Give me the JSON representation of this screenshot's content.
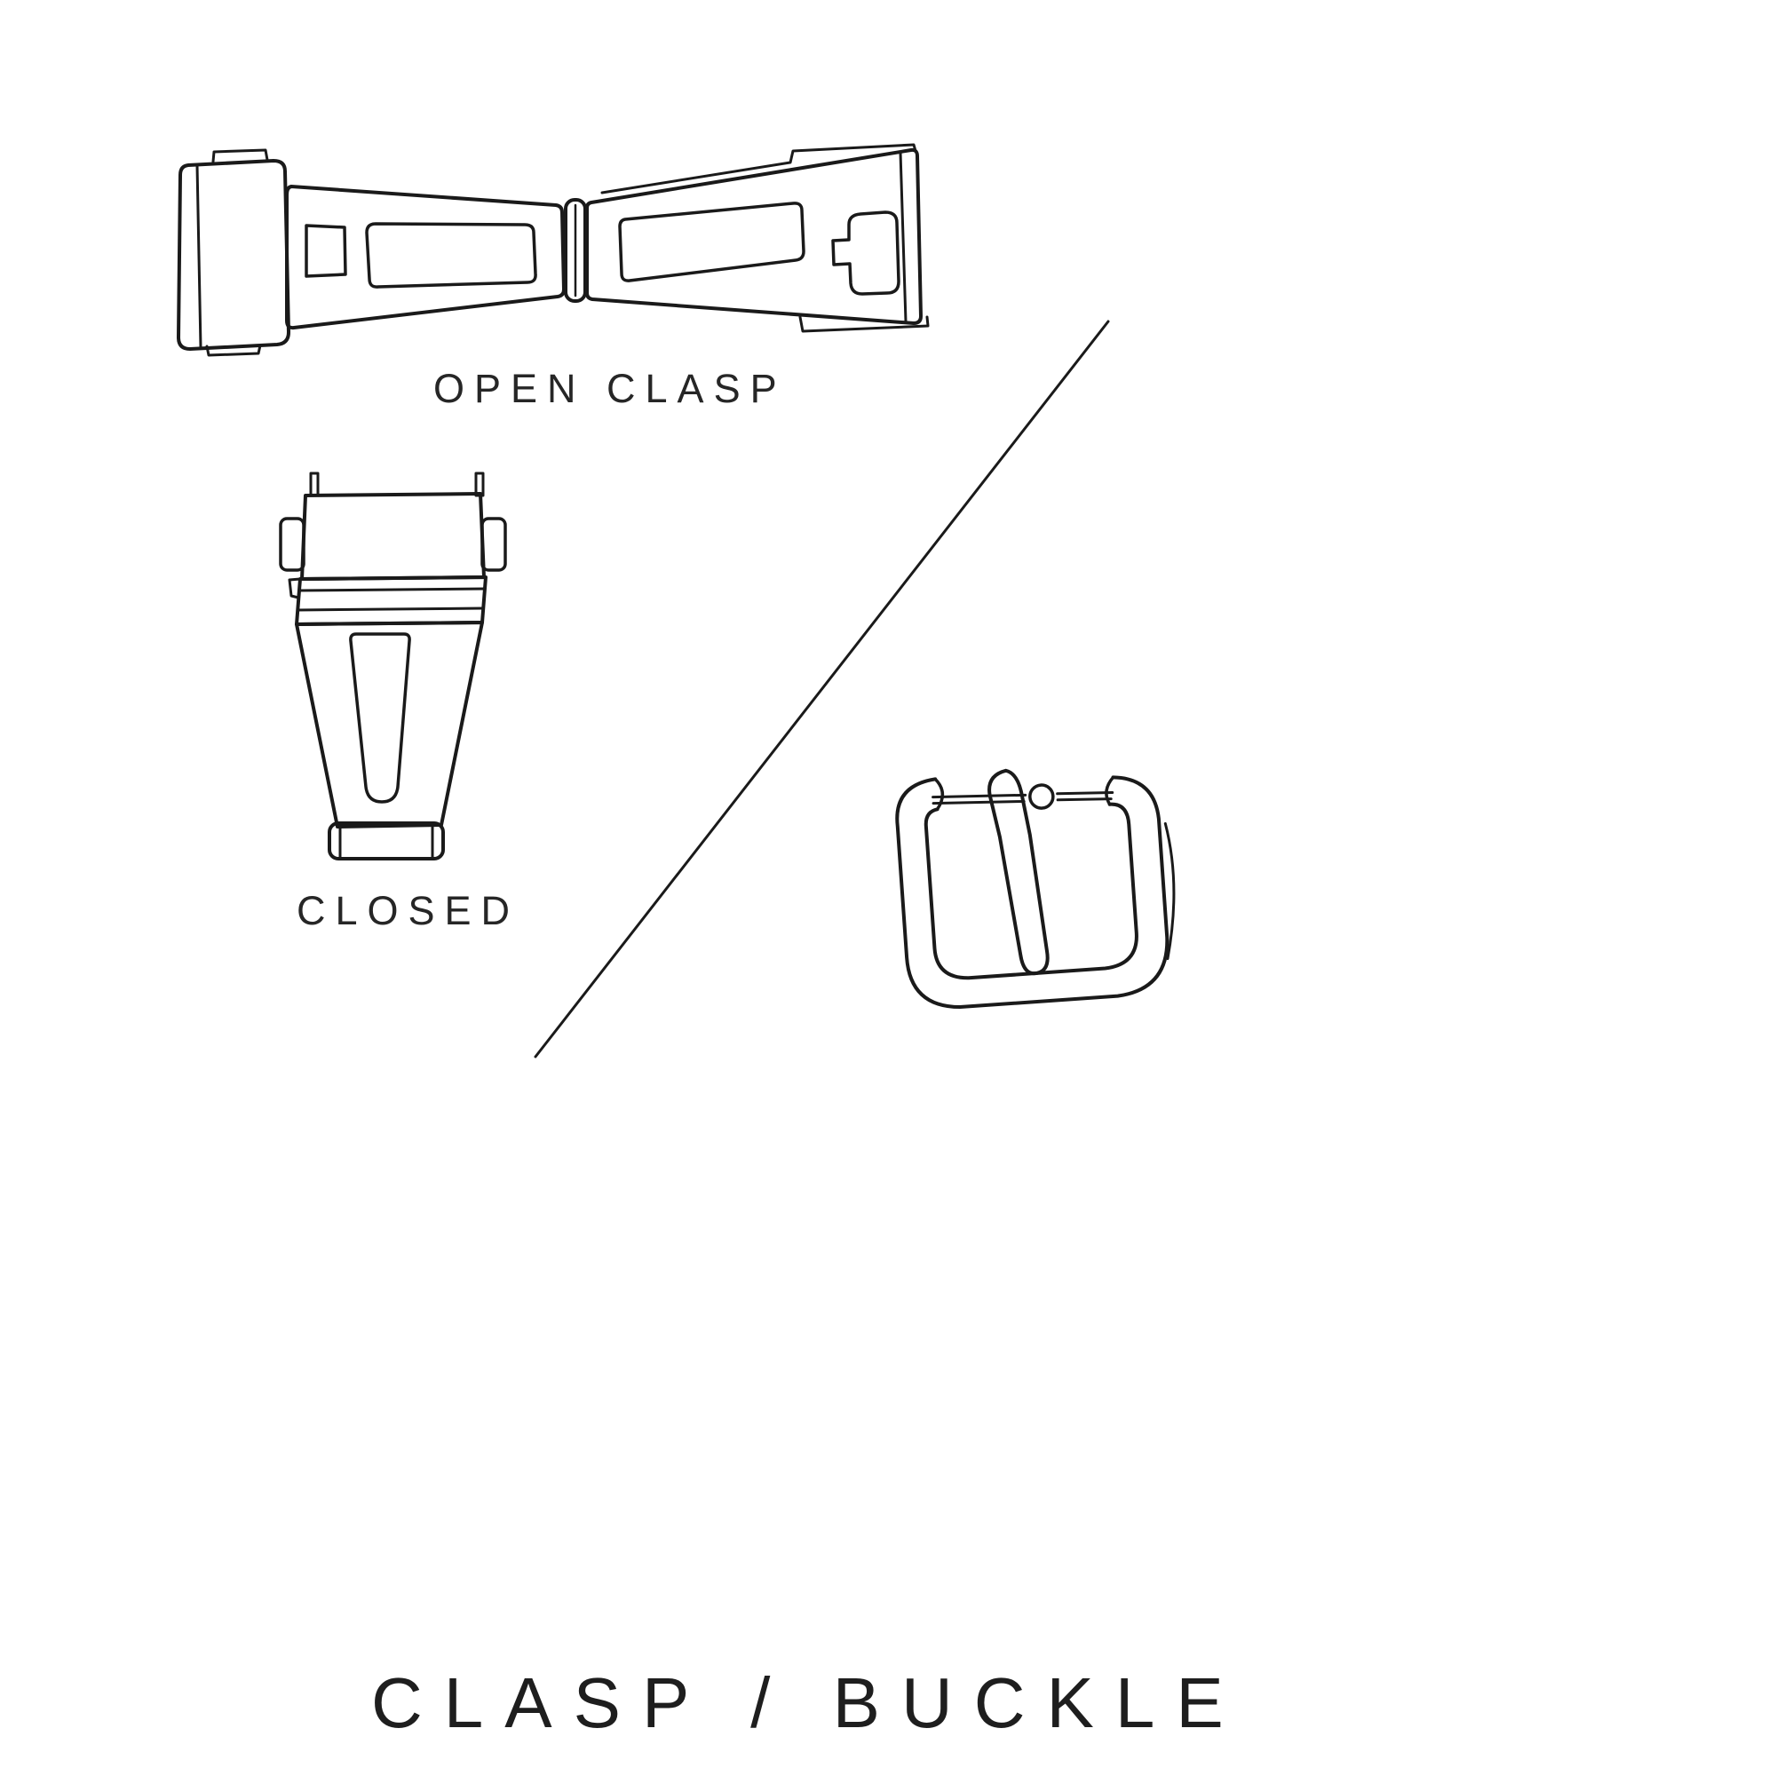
{
  "page": {
    "background_color": "#ffffff",
    "line_color": "#1a1a1a",
    "text_color": "#262626"
  },
  "labels": {
    "open_clasp_caption": "OPEN CLASP",
    "closed_caption": "CLOSED",
    "title": "CLASP / BUCKLE"
  },
  "illustrations": {
    "open_clasp": "open-clasp-illustration",
    "closed_clasp": "closed-clasp-illustration",
    "buckle": "tang-buckle-illustration",
    "divider": "diagonal-divider-line"
  }
}
